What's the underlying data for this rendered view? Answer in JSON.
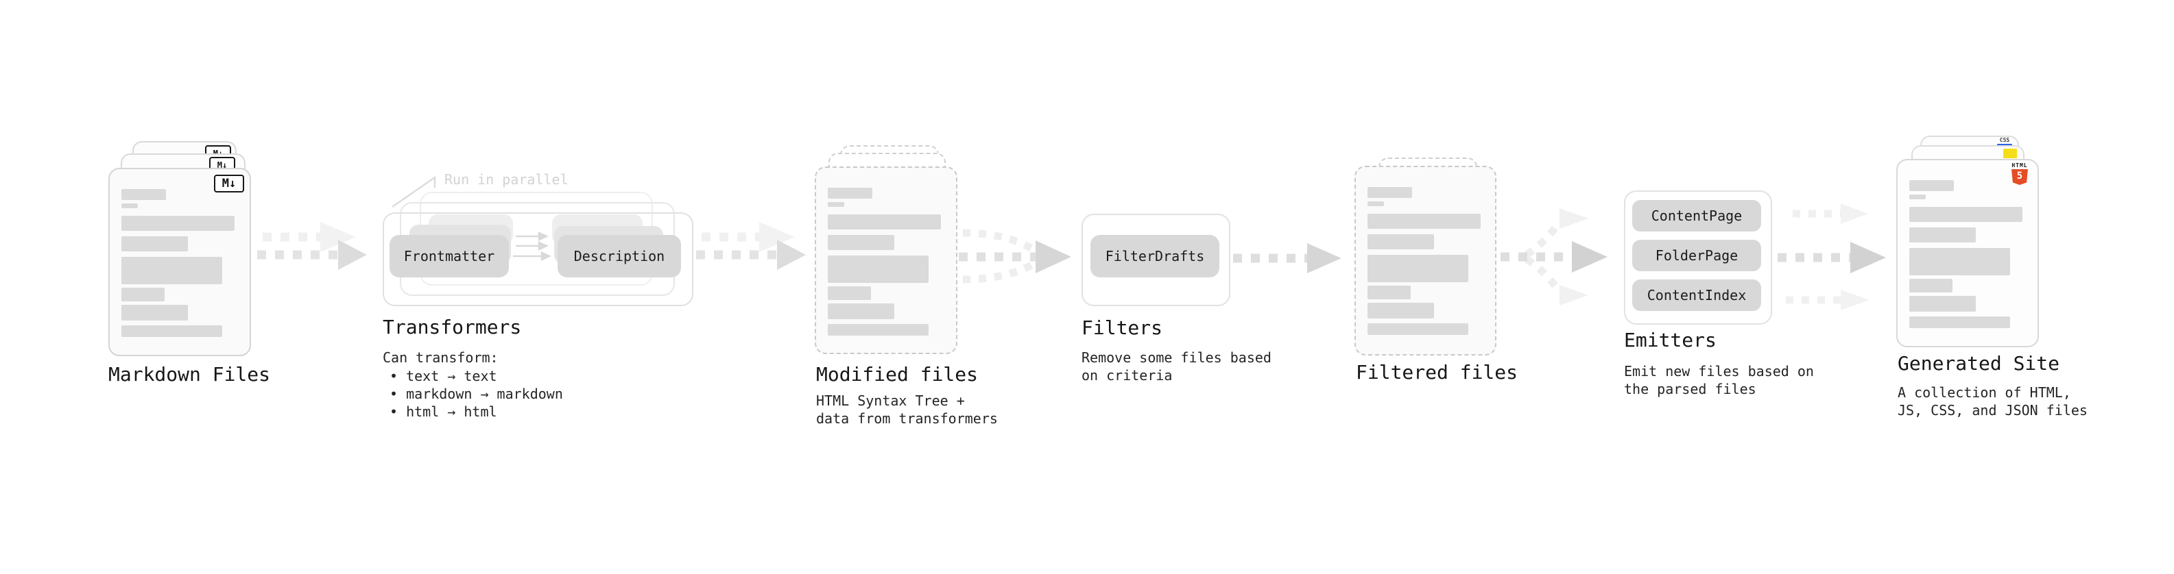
{
  "palette": {
    "background": "#ffffff",
    "card_bg": "#fafafa",
    "bar_gray": "#dadada",
    "button_gray": "#d8d8d8",
    "arrow_gray": "#dcdcdc",
    "arrow_light": "#f0f0f0",
    "text_dark": "#161616",
    "annotation_gray": "#d2d2d2",
    "js_yellow": "#f5de19",
    "css_blue": "#2d63ea",
    "html5_orange": "#e54d26"
  },
  "sections": {
    "markdown_files": {
      "label": "Markdown Files",
      "badge": "M↓"
    },
    "transformers": {
      "label": "Transformers",
      "annotation": "Run in parallel",
      "buttons": [
        "Frontmatter",
        "Description"
      ],
      "description_heading": "Can transform:",
      "bullets": [
        "• text → text",
        "• markdown → markdown",
        "• html → html"
      ]
    },
    "modified_files": {
      "label": "Modified files",
      "description": [
        "HTML Syntax Tree +",
        "data from transformers"
      ]
    },
    "filters": {
      "label": "Filters",
      "buttons": [
        "FilterDrafts"
      ],
      "description": [
        "Remove some files based",
        "on criteria"
      ]
    },
    "filtered_files": {
      "label": "Filtered files"
    },
    "emitters": {
      "label": "Emitters",
      "buttons": [
        "ContentPage",
        "FolderPage",
        "ContentIndex"
      ],
      "description": [
        "Emit new files based on",
        "the parsed files"
      ]
    },
    "generated_site": {
      "label": "Generated Site",
      "description": [
        "A collection of HTML,",
        "JS, CSS, and JSON files"
      ],
      "badges": {
        "html": "HTML",
        "html5": "5",
        "css": "CSS"
      }
    }
  }
}
